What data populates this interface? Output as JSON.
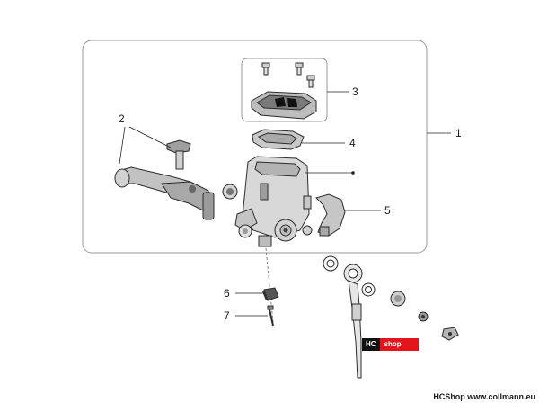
{
  "callouts": {
    "c1": "1",
    "c2": "2",
    "c3": "3",
    "c4": "4",
    "c5": "5",
    "c6": "6",
    "c7": "7"
  },
  "badge": {
    "left": "HC",
    "right": "shop"
  },
  "footer": "HCShop www.collmann.eu",
  "colors": {
    "badge_dark": "#111111",
    "badge_red": "#e3141b",
    "frame": "#9a9a9a"
  }
}
